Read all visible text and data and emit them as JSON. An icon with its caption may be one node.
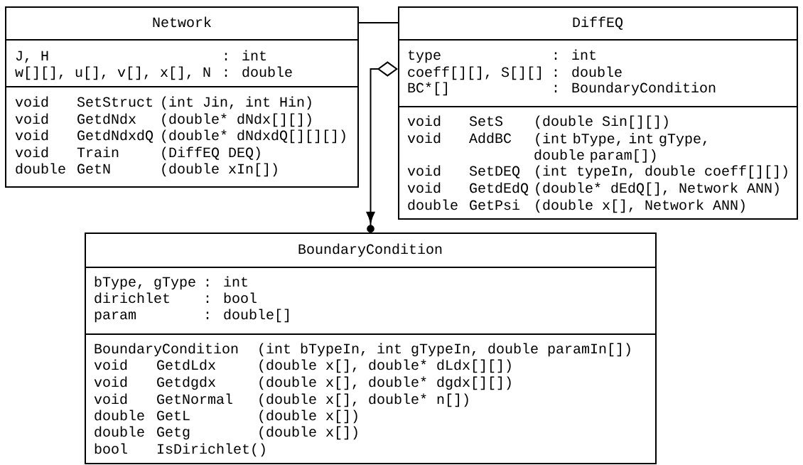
{
  "diagram": {
    "nodes": [
      {
        "text": [
          "Network",
          "J, H",
          ": int",
          "w[][], u[], v[], x[], N",
          ": double",
          "void",
          "SetStruct",
          "(int Jin, int Hin)",
          "void",
          "GetdNdx",
          "(double* dNdx[][])",
          "void",
          "GetdNdxdQ",
          "(double* dNdxdQ[][][])",
          "void",
          "Train",
          "(DiffEQ DEQ)",
          "double",
          "GetN",
          "(double xIn[])"
        ]
      },
      {
        "text": [
          "DiffEQ",
          "type",
          ": int",
          "coeff[][], S[][]",
          ": double",
          "BC*[]",
          ": BoundaryCondition",
          "void",
          "SetS",
          "(double Sin[][])",
          "void",
          "AddBC",
          "(int bType, int gType, double param[])",
          "void",
          "SetDEQ",
          "(int typeIn, double coeff[][])",
          "void",
          "GetdEdQ",
          "(double* dEdQ[], Network ANN)",
          "double",
          "GetPsi",
          "(double x[], Network ANN)"
        ]
      },
      {
        "text": [
          "BoundaryCondition",
          "bType, gType",
          ": int",
          "dirichlet",
          ": bool",
          "param",
          ": double[]",
          "BoundaryCondition",
          "(int bTypeIn, int gTypeIn, double paramIn[])",
          "void",
          "GetdLdx",
          "(double x[], double* dLdx[][])",
          "void",
          "Getdgdx",
          "(double x[], double* dgdx[][])",
          "void",
          "GetNormal",
          "(double x[], double* n[])",
          "double",
          "GetL",
          "(double x[])",
          "double",
          "Getg",
          "(double x[])",
          "bool",
          "IsDirichlet()"
        ]
      }
    ],
    "edges": [
      {
        "from": 0,
        "to": 1,
        "arrow": "none"
      },
      {
        "from": 1,
        "to": 2,
        "arrow": "to"
      }
    ]
  }
}
